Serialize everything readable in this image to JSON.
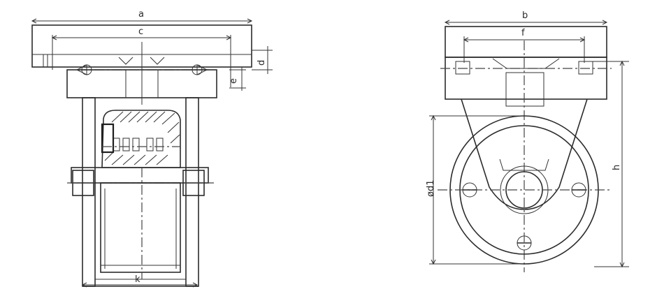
{
  "labels": {
    "a": "a",
    "c": "c",
    "d": "d",
    "e": "e",
    "k": "k",
    "b": "b",
    "f": "f",
    "h": "h",
    "d1": "ød1"
  }
}
